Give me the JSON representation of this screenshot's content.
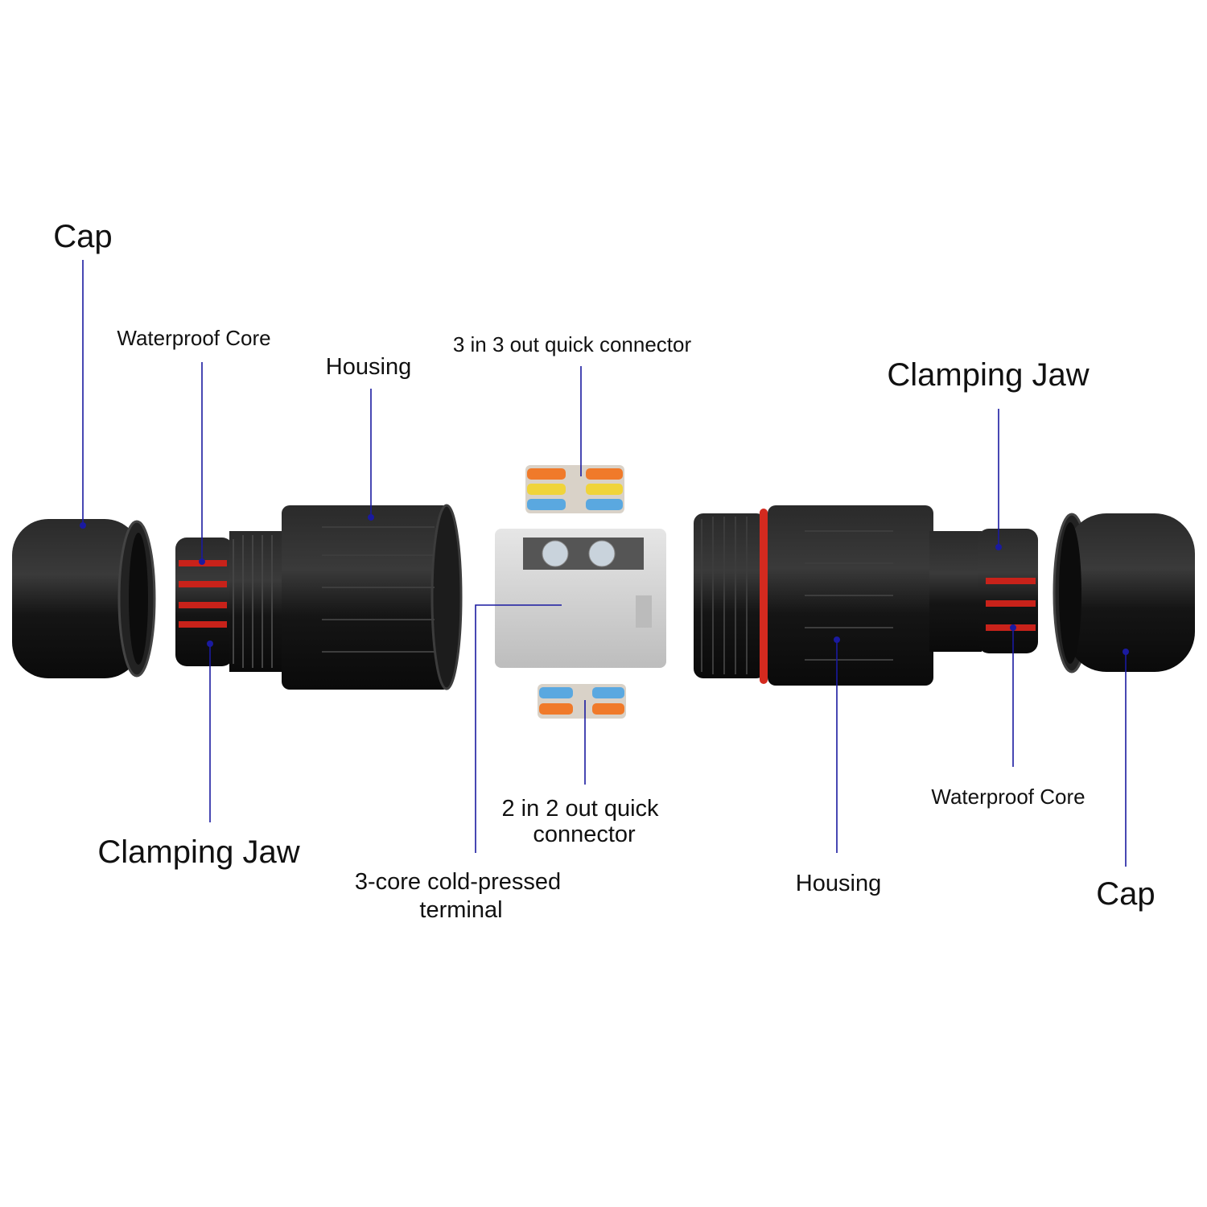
{
  "labels": {
    "cap_left": "Cap",
    "waterproof_core_left": "Waterproof Core",
    "housing_left": "Housing",
    "quick_3in3out": "3 in 3 out quick connector",
    "clamping_jaw_right": "Clamping Jaw",
    "clamping_jaw_left": "Clamping Jaw",
    "cold_pressed_line1": "3-core cold-pressed",
    "cold_pressed_line2": "terminal",
    "quick_2in2out_line1": "2 in 2 out quick",
    "quick_2in2out_line2": "connector",
    "housing_right": "Housing",
    "waterproof_core_right": "Waterproof Core",
    "cap_right": "Cap"
  },
  "colors": {
    "leader": "#1a1aa0",
    "plastic": "#1b1b1b",
    "seal": "#d42a1f",
    "terminal": "#d6d6d6"
  }
}
